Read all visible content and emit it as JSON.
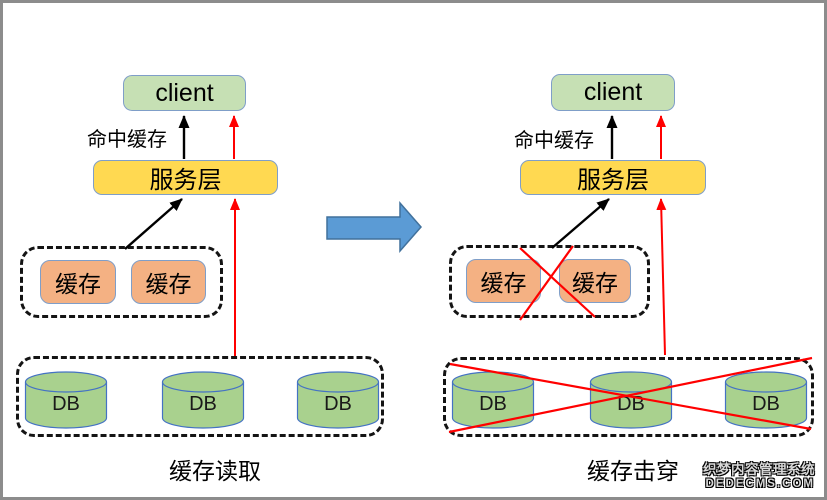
{
  "colors": {
    "frame_border": "#8C8C8C",
    "client_fill": "#C6E0B4",
    "service_fill": "#FFD951",
    "cache_fill": "#F4B183",
    "db_fill": "#A9D18E",
    "db_stroke": "#4472C4",
    "node_border": "#7F9EC8",
    "arrow_black": "#000000",
    "arrow_red": "#FF0000",
    "transition_arrow_fill": "#5B9BD5",
    "transition_arrow_stroke": "#41719C"
  },
  "left": {
    "client_label": "client",
    "hit_cache_label": "命中缓存",
    "service_label": "服务层",
    "cache_group": {
      "items": [
        "缓存",
        "缓存"
      ]
    },
    "db_group": {
      "items": [
        "DB",
        "DB",
        "DB"
      ]
    },
    "caption": "缓存读取"
  },
  "right": {
    "client_label": "client",
    "hit_cache_label": "命中缓存",
    "service_label": "服务层",
    "cache_group": {
      "items": [
        "缓存",
        "缓存"
      ]
    },
    "db_group": {
      "items": [
        "DB",
        "DB",
        "DB"
      ]
    },
    "caption": "缓存击穿"
  },
  "watermark": {
    "line1": "织梦内容管理系统",
    "line2": "DEDECMS.COM"
  }
}
